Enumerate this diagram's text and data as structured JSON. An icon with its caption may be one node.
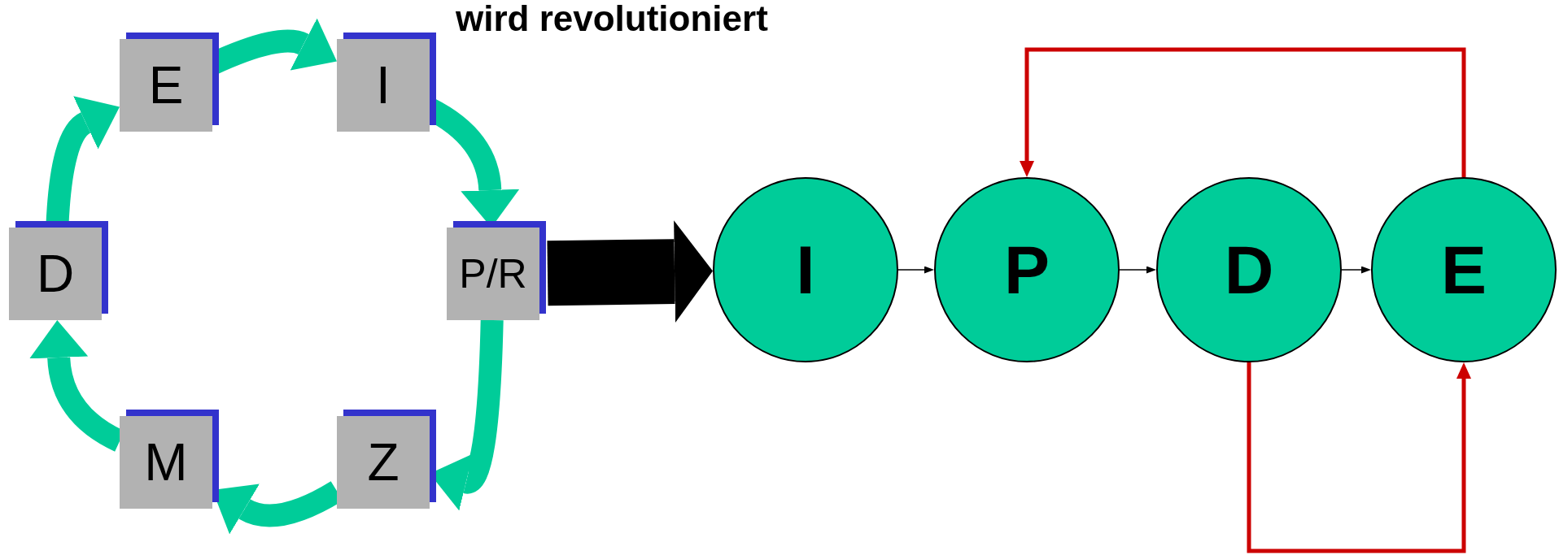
{
  "diagram": {
    "title": "wird revolutioniert",
    "nodes": [
      {
        "text": [
          "E"
        ]
      },
      {
        "text": [
          "I"
        ]
      },
      {
        "text": [
          "P/R"
        ]
      },
      {
        "text": [
          "Z"
        ]
      },
      {
        "text": [
          "M"
        ]
      },
      {
        "text": [
          "D"
        ]
      },
      {
        "text": [
          "I"
        ]
      },
      {
        "text": [
          "P"
        ]
      },
      {
        "text": [
          "D"
        ]
      },
      {
        "text": [
          "E"
        ]
      }
    ],
    "edges": [
      {
        "from": 0,
        "to": 1,
        "arrow": "to"
      },
      {
        "from": 1,
        "to": 2,
        "arrow": "to"
      },
      {
        "from": 2,
        "to": 3,
        "arrow": "to"
      },
      {
        "from": 3,
        "to": 4,
        "arrow": "to"
      },
      {
        "from": 4,
        "to": 5,
        "arrow": "to"
      },
      {
        "from": 5,
        "to": 0,
        "arrow": "to"
      },
      {
        "from": 2,
        "to": 6,
        "arrow": "to",
        "style": "thick",
        "color": "#000000"
      },
      {
        "from": 6,
        "to": 7,
        "arrow": "to",
        "color": "#000000"
      },
      {
        "from": 7,
        "to": 8,
        "arrow": "to",
        "color": "#000000"
      },
      {
        "from": 8,
        "to": 9,
        "arrow": "to",
        "color": "#000000"
      },
      {
        "from": 9,
        "to": 7,
        "arrow": "to",
        "color": "#cc0000"
      },
      {
        "from": 8,
        "to": 9,
        "arrow": "to",
        "color": "#cc0000"
      }
    ]
  }
}
